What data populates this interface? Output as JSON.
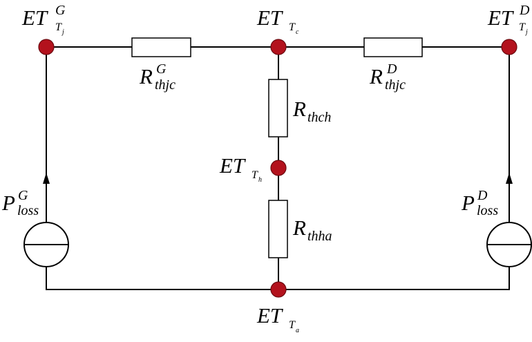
{
  "colors": {
    "wire": "#000000",
    "node_fill": "#b3121d",
    "background": "#ffffff"
  },
  "nodes": {
    "tj_g": {
      "main": "ET",
      "sub": "T",
      "subsub": "j",
      "sup": "G"
    },
    "tc": {
      "main": "ET",
      "sub": "T",
      "subsub": "c"
    },
    "tj_d": {
      "main": "ET",
      "sub": "T",
      "subsub": "j",
      "sup": "D"
    },
    "th": {
      "main": "ET",
      "sub": "T",
      "subsub": "h"
    },
    "ta": {
      "main": "ET",
      "sub": "T",
      "subsub": "a"
    }
  },
  "resistors": {
    "rthjc_g": {
      "main": "R",
      "sub": "thjc",
      "sup": "G"
    },
    "rthjc_d": {
      "main": "R",
      "sub": "thjc",
      "sup": "D"
    },
    "rthch": {
      "main": "R",
      "sub": "thch"
    },
    "rthha": {
      "main": "R",
      "sub": "thha"
    }
  },
  "sources": {
    "ploss_g": {
      "main": "P",
      "sub": "loss",
      "sup": "G"
    },
    "ploss_d": {
      "main": "P",
      "sub": "loss",
      "sup": "D"
    }
  }
}
